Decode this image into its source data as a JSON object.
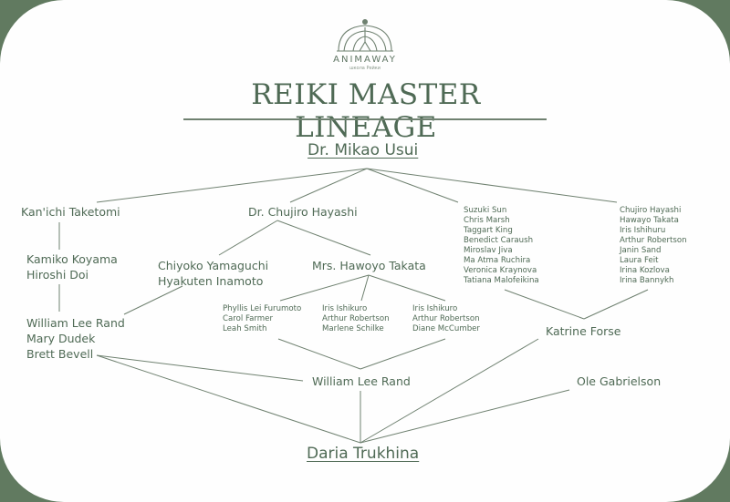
{
  "brand": {
    "name": "ANIMAWAY",
    "tagline": "школа Рейки",
    "logo_icon": "lotus-arch-logo-icon"
  },
  "title": "REIKI MASTER LINEAGE",
  "colors": {
    "accent": "#4f6a55",
    "frame": "#617a60",
    "card": "#fefefe"
  },
  "root": "Dr. Mikao Usui",
  "branches": {
    "taketomi": "Kan'ichi Taketomi",
    "hayashi": "Dr. Chujiro Hayashi",
    "suzuki_group": [
      "Suzuki Sun",
      "Chris Marsh",
      "Taggart King",
      "Benedict Caraush",
      "Miroslav Jiva",
      "Ma Atma Ruchira",
      "Veronica Kraynova",
      "Tatiana Malofeikina"
    ],
    "chujiro_group": [
      "Chujiro Hayashi",
      "Hawayo Takata",
      "Iris Ishihuru",
      "Arthur Robertson",
      "Janin Sand",
      "Laura Feit",
      "Irina Kozlova",
      "Irina Bannykh"
    ]
  },
  "koyama_group": [
    "Kamiko Koyama",
    "Hiroshi Doi"
  ],
  "yamaguchi_group": [
    "Chiyoko Yamaguchi",
    "Hyakuten Inamoto"
  ],
  "takata": "Mrs. Hawoyo Takata",
  "takata_students": {
    "left": [
      "Phyllis Lei Furumoto",
      "Carol Farmer",
      "Leah Smith"
    ],
    "middle": [
      "Iris Ishikuro",
      "Arthur Robertson",
      "Marlene Schilke"
    ],
    "right": [
      "Iris Ishikuro",
      "Arthur Robertson",
      "Diane McCumber"
    ]
  },
  "rand_group": [
    "William Lee Rand",
    "Mary Dudek",
    "Brett Bevell"
  ],
  "katrine": "Katrine Forse",
  "william_center": "William Lee Rand",
  "ole": "Ole Gabrielson",
  "final": "Daria Trukhina"
}
